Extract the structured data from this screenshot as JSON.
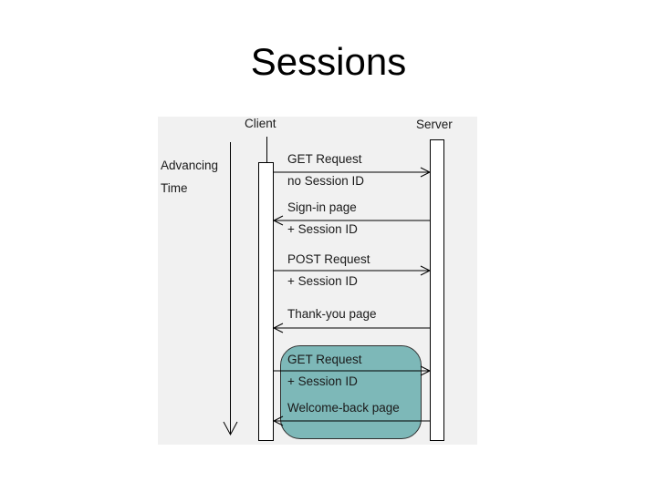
{
  "slide": {
    "title": "Sessions"
  },
  "diagram": {
    "actors": [
      {
        "id": "client",
        "label": "Client"
      },
      {
        "id": "server",
        "label": "Server"
      }
    ],
    "time_label": {
      "line1": "Advancing",
      "line2": "Time"
    },
    "messages": [
      {
        "label": "GET Request",
        "sublabel": "no Session ID",
        "from": "client",
        "to": "server"
      },
      {
        "label": "Sign-in page",
        "sublabel": "+ Session ID",
        "from": "server",
        "to": "client"
      },
      {
        "label": "POST Request",
        "sublabel": "+ Session ID",
        "from": "client",
        "to": "server"
      },
      {
        "label": "Thank-you page",
        "sublabel": "",
        "from": "server",
        "to": "client"
      },
      {
        "label": "GET Request",
        "sublabel": "+ Session ID",
        "from": "client",
        "to": "server"
      },
      {
        "label": "Welcome-back page",
        "sublabel": "",
        "from": "server",
        "to": "client"
      }
    ],
    "colors": {
      "highlight_fill": "#7db8b8",
      "highlight_border": "#303030",
      "panel_bg": "#f1f1f1",
      "line": "#000000",
      "text": "#1a1a1a"
    }
  }
}
